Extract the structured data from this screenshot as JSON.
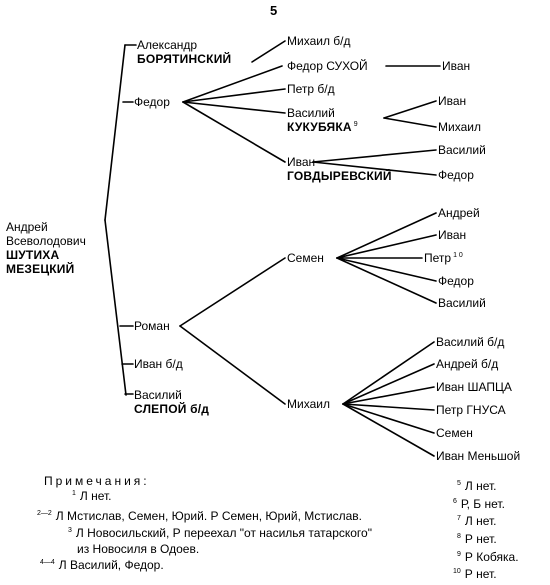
{
  "page_number": "5",
  "tree": {
    "root": {
      "line1": "Андрей",
      "line2": "Всеволодович",
      "line3": "ШУТИХА",
      "line4": "МЕЗЕЦКИЙ"
    },
    "gen2": {
      "aleksandr": {
        "line1": "Александр",
        "line2": "БОРЯТИНСКИЙ"
      },
      "fedor": "Федор",
      "roman": "Роман",
      "ivan": "Иван б/д",
      "vasiliy": {
        "line1": "Василий",
        "line2": "СЛЕПОЙ  б/д"
      }
    },
    "gen3": {
      "mikhail_bd": "Михаил б/д",
      "fedor_sukhoy": "Федор СУХОЙ",
      "petr_bd": "Петр б/д",
      "vasiliy_kukubyaka": {
        "line1": "Василий",
        "line2": "КУКУБЯКА",
        "footnote": "9"
      },
      "ivan_govdyrevskiy": {
        "line1": "Иван",
        "line2": "ГОВДЫРЕВСКИЙ"
      },
      "semen": "Семен",
      "mikhail": "Михаил"
    },
    "gen4": {
      "ivan_of_fedor_sukhoy": "Иван",
      "ivan_of_vasiliy": "Иван",
      "mikhail_of_vasiliy": "Михаил",
      "vasiliy_of_ivan": "Василий",
      "fedor_of_ivan": "Федор",
      "semen_children": [
        {
          "name": "Андрей",
          "footnote": ""
        },
        {
          "name": "Иван",
          "footnote": ""
        },
        {
          "name": "Петр",
          "footnote": "1 0"
        },
        {
          "name": "Федор",
          "footnote": ""
        },
        {
          "name": "Василий",
          "footnote": ""
        }
      ],
      "mikhail_children": [
        "Василий б/д",
        "Андрей б/д",
        "Иван ШАПЦА",
        "Петр ГНУСА",
        "Семен",
        "Иван Меньшой"
      ]
    }
  },
  "notes": {
    "title": "Примечания:",
    "left": [
      {
        "marker": "1",
        "text": "Л нет."
      },
      {
        "marker": "2—2",
        "text": "Л Мстислав, Семен, Юрий. Р Семен, Юрий, Мстислав."
      },
      {
        "marker": "3",
        "text": "Л Новосильский, Р переехал \"от насилья татарского\""
      },
      {
        "marker": "",
        "text": "из Новосиля в Одоев."
      },
      {
        "marker": "4—4",
        "text": "Л Василий, Федор."
      }
    ],
    "right": [
      {
        "marker": "5",
        "text": "Л нет."
      },
      {
        "marker": "6",
        "text": "Р, Б   нет."
      },
      {
        "marker": "7",
        "text": "Л нет."
      },
      {
        "marker": "8",
        "text": "Р нет."
      },
      {
        "marker": "9",
        "text": "Р Кобяка."
      },
      {
        "marker": "10",
        "text": "Р нет."
      }
    ]
  }
}
